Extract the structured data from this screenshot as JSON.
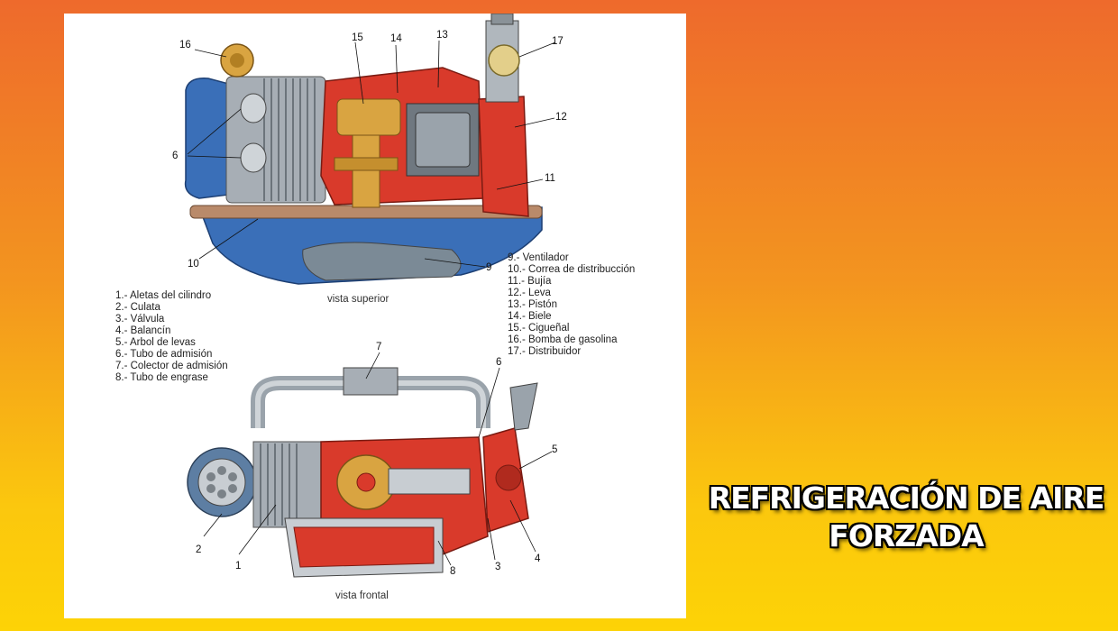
{
  "legend_left": [
    "1.- Aletas del cilindro",
    "2.- Culata",
    "3.- Válvula",
    "4.- Balancín",
    "5.- Arbol de levas",
    "6.- Tubo de admisión",
    "7.- Colector de admisión",
    "8.- Tubo de engrase"
  ],
  "legend_right": [
    "9.- Ventilador",
    "10.- Correa de distribucción",
    "11.- Bujía",
    "12.- Leva",
    "13.- Pistón",
    "14.- Biele",
    "15.- Cigueñal",
    "16.- Bomba de gasolina",
    "17.- Distribuidor"
  ],
  "top_view_caption": "vista superior",
  "front_view_caption": "vista frontal",
  "top_view_callouts": [
    "16",
    "15",
    "14",
    "13",
    "17",
    "12",
    "6",
    "11",
    "10",
    "9"
  ],
  "front_view_callouts": [
    "7",
    "6",
    "5",
    "2",
    "1",
    "8",
    "3",
    "4"
  ],
  "title": {
    "line1": "REFRIGERACIÓN DE AIRE",
    "line2": "FORZADA"
  },
  "colors": {
    "background_top": "#ee6a2c",
    "background_bottom": "#fdd306",
    "engine_red": "#d93a2b",
    "engine_blue": "#3a6fb8",
    "engine_gray": "#9aa3ab",
    "engine_gold": "#d9a441"
  }
}
